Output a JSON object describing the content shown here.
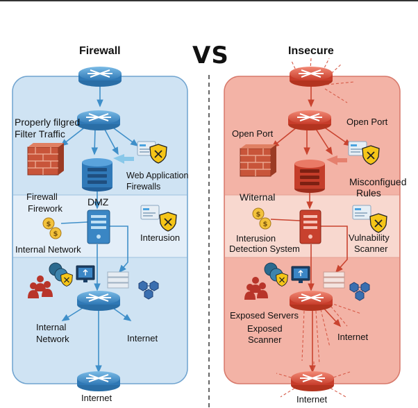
{
  "colors": {
    "safe_panel": "#cfe3f3",
    "safe_panel_mid": "#e0edf8",
    "safe_stroke": "#6fa3cf",
    "safe_device": "#3f8fc9",
    "danger_panel": "#f3b3a6",
    "danger_panel_mid": "#f8d8cf",
    "danger_stroke": "#d7786a",
    "danger_device": "#d4503e",
    "separator": "#333333"
  },
  "header": {
    "vs": "VS",
    "left_title": "Firewall",
    "right_title": "Insecure"
  },
  "left": {
    "filter_line1": "Properly filgred",
    "filter_line2": "Filter Traffic",
    "waf_line1": "Web Application",
    "waf_line2": "Firewalls",
    "firewall_line1": "Firewall",
    "firewall_line2": "Firework",
    "dmz": "DMZ",
    "internal_network_mid": "Internal Network",
    "intrusion": "Interusion",
    "internal_line1": "Internal",
    "internal_line2": "Network",
    "internet_mid": "Internet",
    "internet_bottom": "Internet"
  },
  "right": {
    "open_port_left": "Open Port",
    "open_port_right": "Open Port",
    "misconfig_line1": "Misconfigued",
    "misconfig_line2": "Rules",
    "witernal": "Witernal",
    "ids_line1": "Interusion",
    "ids_line2": "Detection System",
    "vuln_line1": "Vulnability",
    "vuln_line2": "Scanner",
    "exposed_servers": "Exposed Servers",
    "exposed_line1": "Exposed",
    "exposed_line2": "Scanner",
    "internet_mid": "Internet",
    "internet_bottom": "Internet"
  },
  "icons": [
    "router-icon",
    "server-icon",
    "brick-firewall-icon",
    "database-server-icon",
    "shield-warning-icon",
    "monitor-icon",
    "coins-icon",
    "users-icon",
    "hexagon-network-icon",
    "server-rack-icon",
    "arrow-icon"
  ]
}
